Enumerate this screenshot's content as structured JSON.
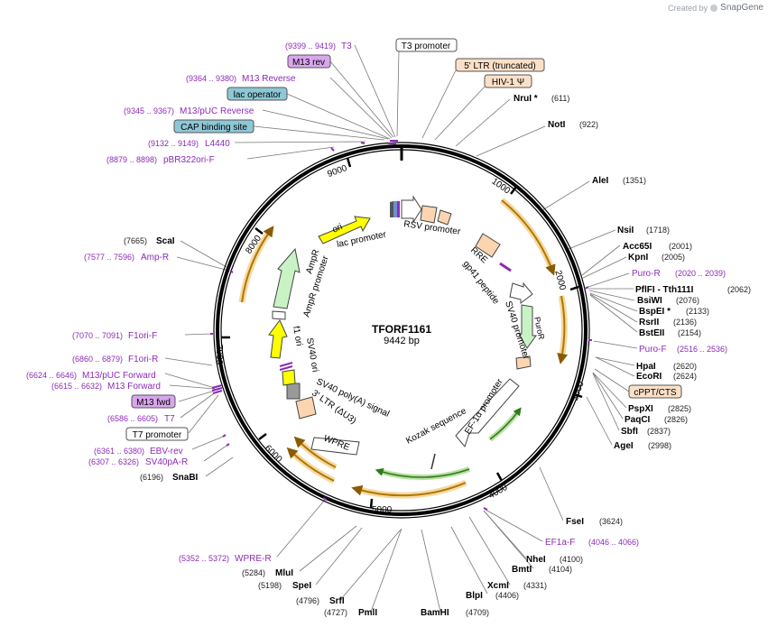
{
  "credit": {
    "created_by": "Created by",
    "brand": "SnapGene"
  },
  "plasmid": {
    "name": "TFORF1161",
    "size_label": "9442 bp",
    "length": 9442
  },
  "ticks": [
    "1000",
    "2000",
    "3000",
    "4000",
    "5000",
    "6000",
    "7000",
    "8000",
    "9000"
  ],
  "sites": [
    {
      "name": "NruI *",
      "pos": "(611)"
    },
    {
      "name": "NotI",
      "pos": "(922)"
    },
    {
      "name": "AleI",
      "pos": "(1351)"
    },
    {
      "name": "NsiI",
      "pos": "(1718)"
    },
    {
      "name": "Acc65I",
      "pos": "(2001)"
    },
    {
      "name": "KpnI",
      "pos": "(2005)"
    },
    {
      "name": "PflFI - Tth111I",
      "pos": "(2062)"
    },
    {
      "name": "BsiWI",
      "pos": "(2076)"
    },
    {
      "name": "BspEI *",
      "pos": "(2133)"
    },
    {
      "name": "RsrII",
      "pos": "(2136)"
    },
    {
      "name": "BstEII",
      "pos": "(2154)"
    },
    {
      "name": "HpaI",
      "pos": "(2620)"
    },
    {
      "name": "EcoRI",
      "pos": "(2624)"
    },
    {
      "name": "PspXI",
      "pos": "(2825)"
    },
    {
      "name": "PaqCI",
      "pos": "(2826)"
    },
    {
      "name": "SbfI",
      "pos": "(2837)"
    },
    {
      "name": "AgeI",
      "pos": "(2998)"
    },
    {
      "name": "FseI",
      "pos": "(3624)"
    },
    {
      "name": "NheI",
      "pos": "(4100)"
    },
    {
      "name": "BmtI",
      "pos": "(4104)"
    },
    {
      "name": "XcmI",
      "pos": "(4331)"
    },
    {
      "name": "BlpI",
      "pos": "(4406)"
    },
    {
      "name": "BamHI",
      "pos": "(4709)"
    },
    {
      "name": "PmlI",
      "pos": "(4727)"
    },
    {
      "name": "SrfI",
      "pos": "(4796)"
    },
    {
      "name": "SpeI",
      "pos": "(5198)"
    },
    {
      "name": "MluI",
      "pos": "(5284)"
    },
    {
      "name": "SnaBI",
      "pos": "(6196)"
    },
    {
      "name": "ScaI",
      "pos": "(7665)"
    }
  ],
  "primers": [
    {
      "name": "T3",
      "range": "(9399 .. 9419)"
    },
    {
      "name": "M13 Reverse",
      "range": "(9364 .. 9380)"
    },
    {
      "name": "M13/pUC Reverse",
      "range": "(9345 .. 9367)"
    },
    {
      "name": "L4440",
      "range": "(9132 .. 9149)"
    },
    {
      "name": "pBR322ori-F",
      "range": "(8879 .. 8898)"
    },
    {
      "name": "Amp-R",
      "range": "(7577 .. 7596)"
    },
    {
      "name": "F1ori-F",
      "range": "(7070 .. 7091)"
    },
    {
      "name": "F1ori-R",
      "range": "(6860 .. 6879)"
    },
    {
      "name": "M13/pUC Forward",
      "range": "(6624 .. 6646)"
    },
    {
      "name": "M13 Forward",
      "range": "(6615 .. 6632)"
    },
    {
      "name": "T7",
      "range": "(6586 .. 6605)"
    },
    {
      "name": "EBV-rev",
      "range": "(6361 .. 6380)"
    },
    {
      "name": "SV40pA-R",
      "range": "(6307 .. 6326)"
    },
    {
      "name": "WPRE-R",
      "range": "(5352 .. 5372)"
    },
    {
      "name": "Puro-R",
      "range": "(2020 .. 2039)"
    },
    {
      "name": "Puro-F",
      "range": "(2516 .. 2536)"
    },
    {
      "name": "EF1a-F",
      "range": "(4046 .. 4066)"
    }
  ],
  "boxes": [
    {
      "label": "T3 promoter",
      "bg": "#ffffff",
      "border": "#555555"
    },
    {
      "label": "M13 rev",
      "bg": "#d9a6ee",
      "border": "#555555"
    },
    {
      "label": "lac operator",
      "bg": "#8ec8d6",
      "border": "#555555"
    },
    {
      "label": "CAP binding site",
      "bg": "#8ec8d6",
      "border": "#555555"
    },
    {
      "label": "5' LTR (truncated)",
      "bg": "#fbe0c8",
      "border": "#555555"
    },
    {
      "label": "HIV-1 Ψ",
      "bg": "#fbe0c8",
      "border": "#555555"
    },
    {
      "label": "cPPT/CTS",
      "bg": "#fbe0c8",
      "border": "#555555"
    },
    {
      "label": "M13 fwd",
      "bg": "#d9a6ee",
      "border": "#555555"
    },
    {
      "label": "T7 promoter",
      "bg": "#ffffff",
      "border": "#555555"
    }
  ],
  "features": [
    "lac promoter",
    "RSV promoter",
    "RRE",
    "gp41 peptide",
    "SV40 promoter",
    "PuroR",
    "EF-1α promoter",
    "Kozak sequence",
    "WPRE",
    "3' LTR (ΔU3)",
    "SV40 poly(A) signal",
    "SV40 ori",
    "f1 ori",
    "AmpR promoter",
    "AmpR",
    "ori"
  ],
  "colors": {
    "primer": "#8c2bb8",
    "orf_arc": "#f2a900",
    "orf_arc_shadow": "#f6d9a0",
    "backbone": "#000000"
  }
}
